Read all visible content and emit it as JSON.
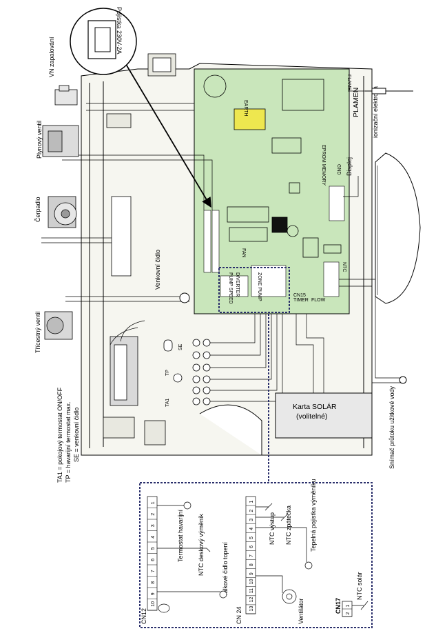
{
  "labels": {
    "fuse": "Pojistka 230V-2A",
    "vn_ignition": "VN zapalování",
    "gas_valve": "Plynový ventil",
    "pump": "Čerpadlo",
    "three_way_valve": "Třícestný ventil",
    "outdoor_sensor": "Venkovní čidlo",
    "flame": "PLAMEN",
    "ionization_electrode": "ionizační elektroda",
    "display": "Displej",
    "solar_card": "Karta SOLÁR",
    "solar_card_optional": "(volitelné)",
    "flow_sensor": "Snímač průtoku užitkové vody",
    "se_tag": "SE",
    "tp_tag": "TP",
    "ta1_tag": "TA1"
  },
  "legend": [
    "TA1 = pokojový termostat ON/OFF",
    "TP = havarijní termostat max.",
    "SE = venkovní čidlo"
  ],
  "board_labels": {
    "fan": "FAN",
    "pump_speed": "PUMP SPEED",
    "earth": "EARTH",
    "flame_pin": "FLAME",
    "zone_pump": "ZONE PUMP",
    "diverter": "DIVERTER",
    "timer": "TIMER",
    "flow": "FLOW",
    "ntc": "NTC",
    "cn_board": "CN15",
    "gnd": "GND",
    "eprom": "EPROM MEMORY"
  },
  "detail": {
    "cn12": {
      "name": "CN12",
      "pins": [
        "10",
        "9",
        "8",
        "7",
        "6",
        "5",
        "4",
        "3",
        "2",
        "1"
      ],
      "items": [
        "Termostat havarijní",
        "NTC deskový výměník",
        "Talkové čidlo topení"
      ]
    },
    "cn24": {
      "name": "CN 24",
      "pins": [
        "13",
        "12",
        "11",
        "10",
        "9",
        "8",
        "7",
        "6",
        "5",
        "4",
        "3",
        "2",
        "1"
      ],
      "items": [
        "NTC výstup",
        "NTC zpátečka",
        "Tepelná pojistka výměníku",
        "Ventilátor"
      ]
    },
    "cn17": {
      "name": "CN17",
      "pins": [
        "2",
        "1"
      ],
      "items": [
        "NTC solár"
      ]
    }
  }
}
